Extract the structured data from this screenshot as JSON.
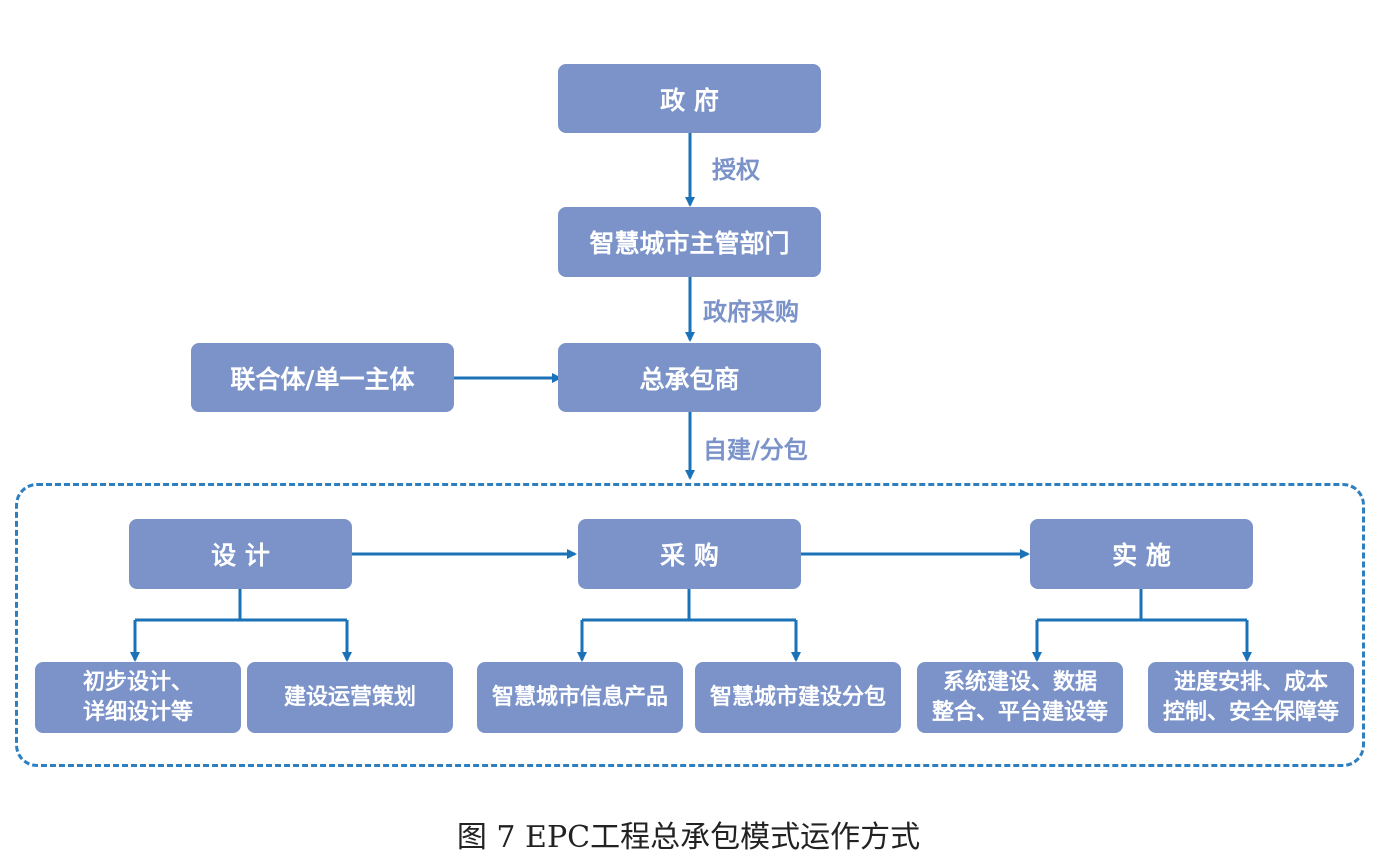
{
  "nodes": {
    "gov": "政  府",
    "dept": "智慧城市主管部门",
    "union": "联合体/单一主体",
    "contractor": "总承包商",
    "design": "设  计",
    "procure": "采  购",
    "implement": "实  施",
    "design_a": "初步设计、\n详细设计等",
    "design_b": "建设运营策划",
    "procure_a": "智慧城市信息产品",
    "procure_b": "智慧城市建设分包",
    "implement_a": "系统建设、数据\n整合、平台建设等",
    "implement_b": "进度安排、成本\n控制、安全保障等"
  },
  "edges": {
    "authorize": "授权",
    "gov_procurement": "政府采购",
    "self_build": "自建/分包"
  },
  "caption": "图 7  EPC工程总承包模式运作方式",
  "colors": {
    "box": "#7b93c9",
    "line": "#1a72b8",
    "dash": "#2e7fc0"
  }
}
